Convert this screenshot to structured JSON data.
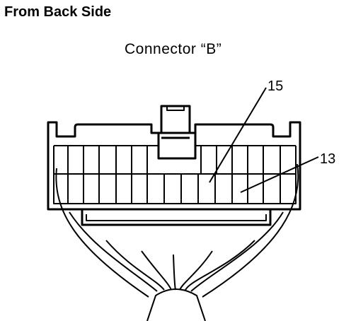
{
  "title": "From Back Side",
  "connector_label": "Connector “B”",
  "callouts": {
    "terminal_a": "15",
    "terminal_b": "13"
  },
  "colors": {
    "line": "#000000",
    "background": "#ffffff"
  }
}
